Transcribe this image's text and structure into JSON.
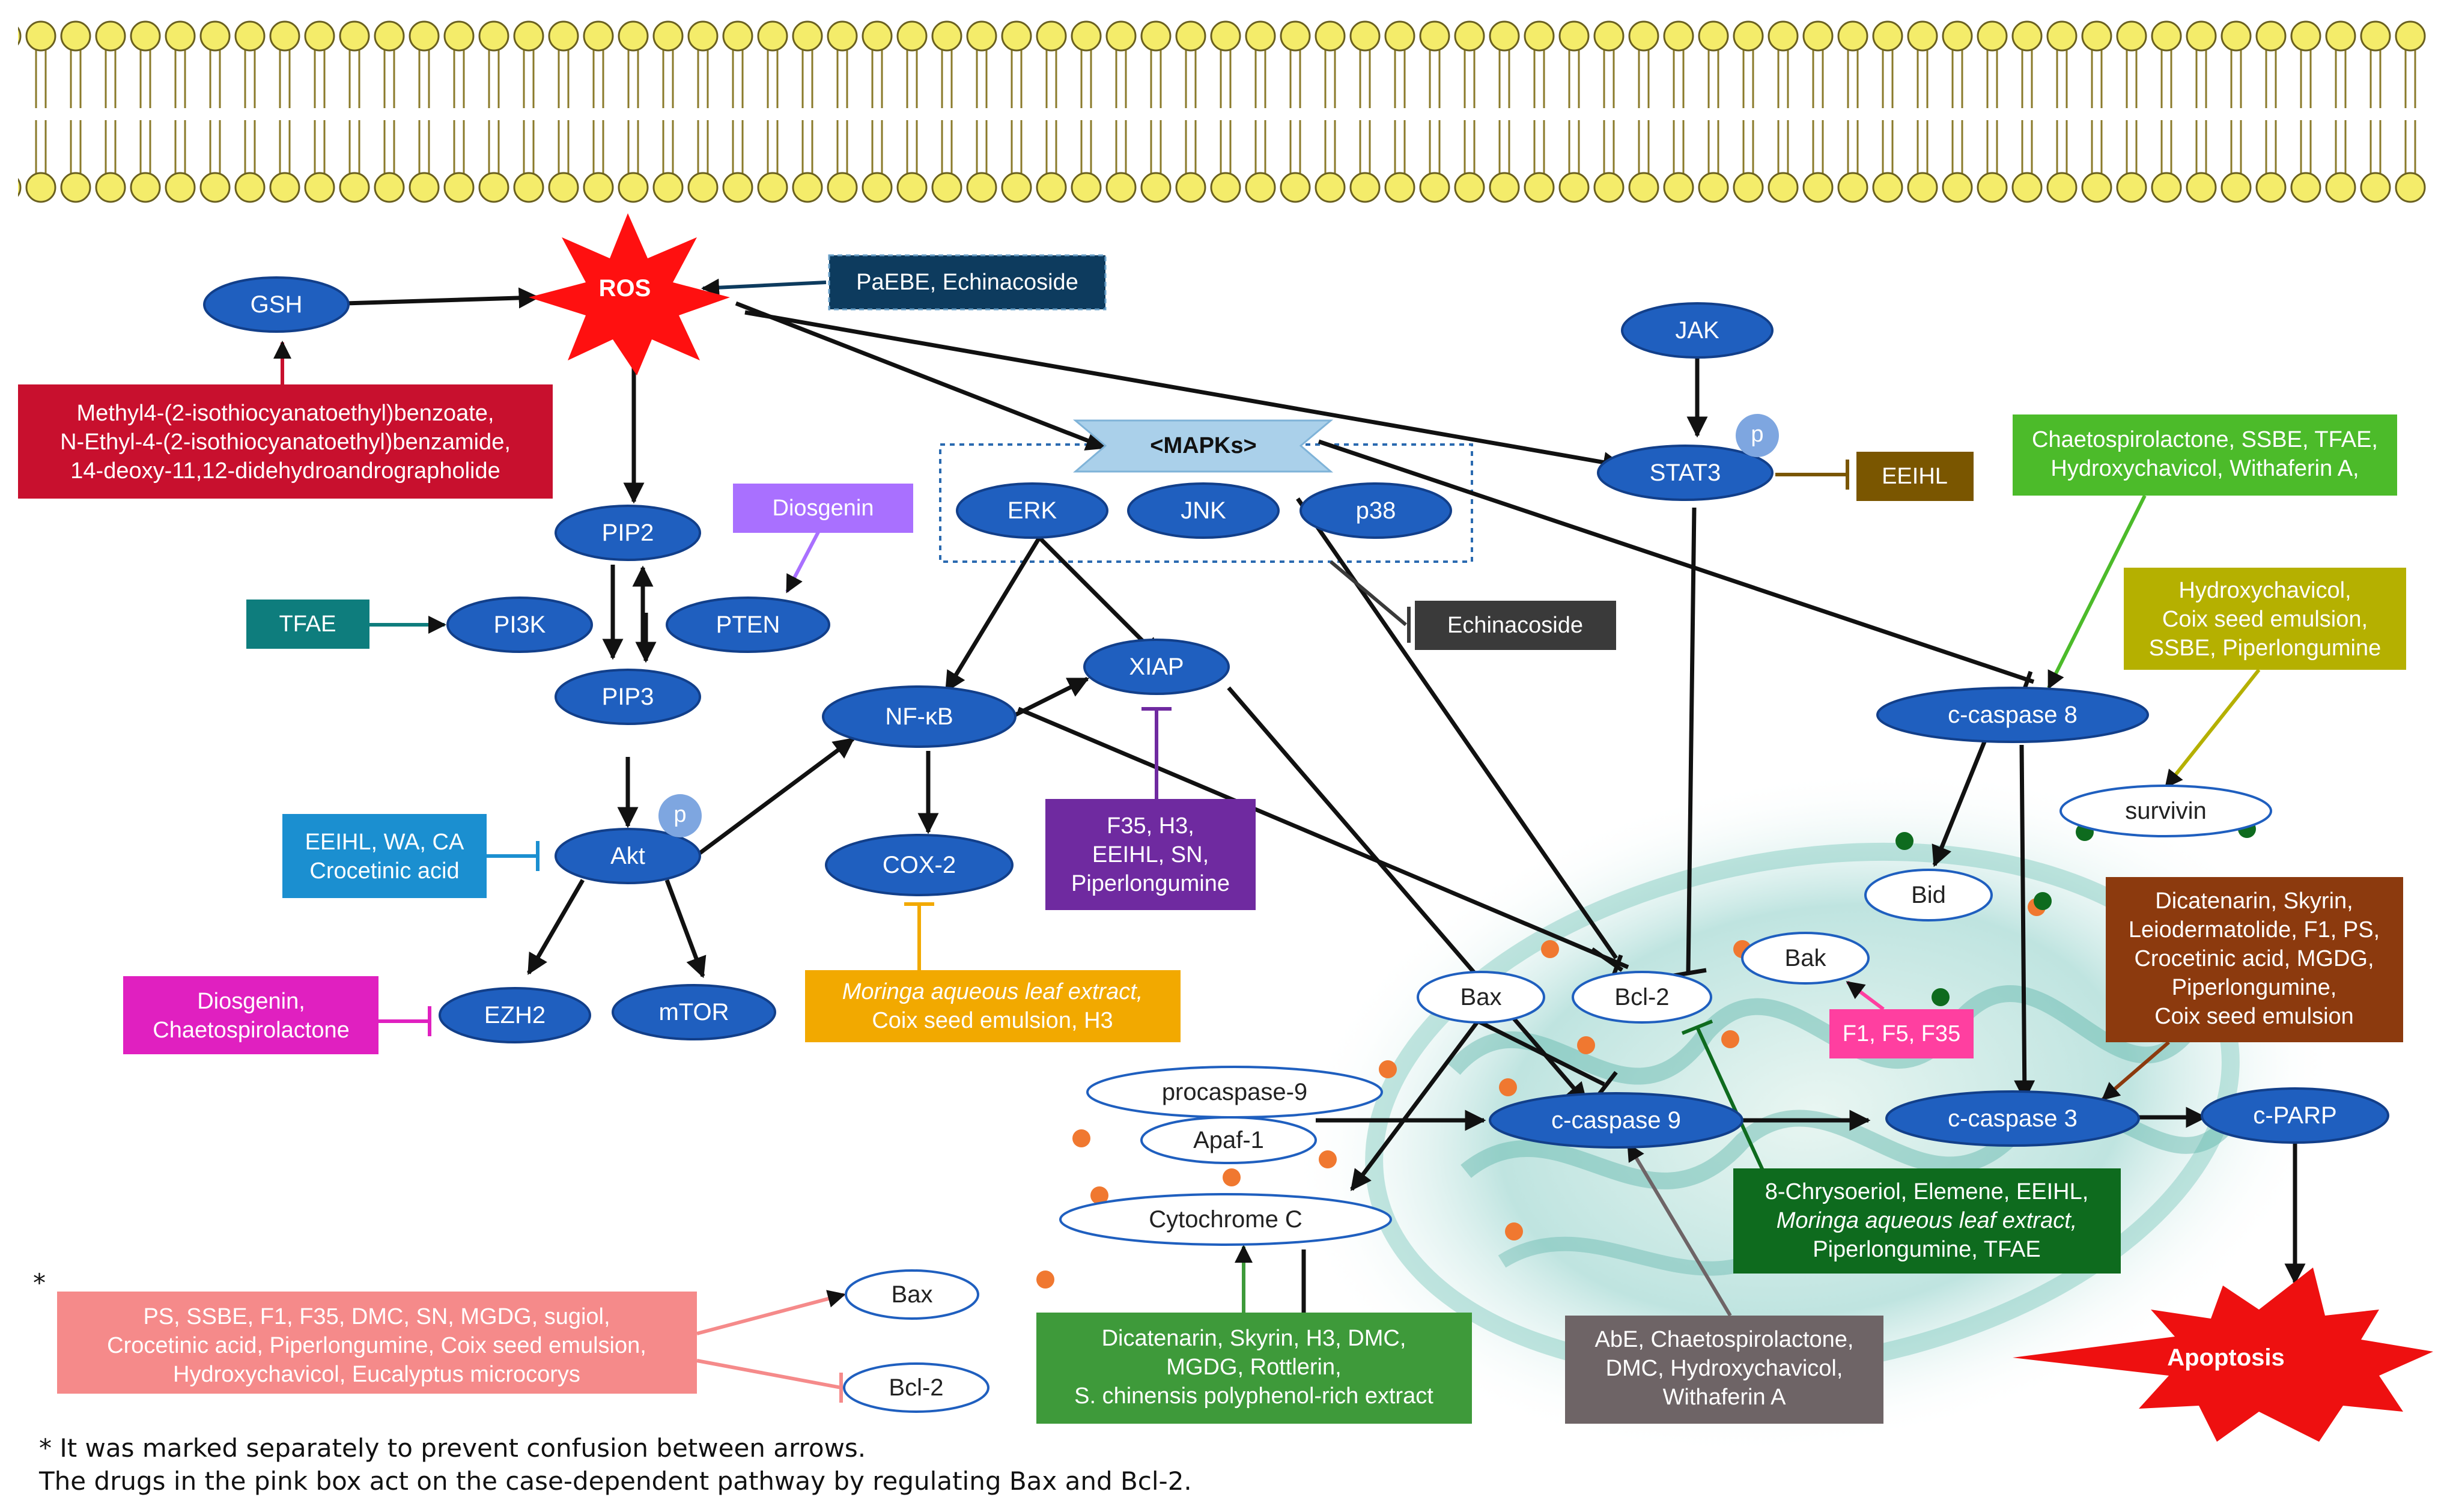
{
  "nodes": {
    "gsh": "GSH",
    "ros": "ROS",
    "pip2": "PIP2",
    "pi3k": "PI3K",
    "pten": "PTEN",
    "pip3": "PIP3",
    "akt": "Akt",
    "akt_p": "p",
    "ezh2": "EZH2",
    "mtor": "mTOR",
    "mapks": "<MAPKs>",
    "erk": "ERK",
    "jnk": "JNK",
    "p38": "p38",
    "nfkb": "NF-κB",
    "xiap": "XIAP",
    "cox2": "COX-2",
    "jak": "JAK",
    "stat3": "STAT3",
    "stat3_p": "p",
    "casp8": "c-caspase 8",
    "survivin": "survivin",
    "bid": "Bid",
    "bak": "Bak",
    "bax": "Bax",
    "bcl2": "Bcl-2",
    "procasp9": "procaspase-9",
    "apaf1": "Apaf-1",
    "cytc": "Cytochrome C",
    "casp9": "c-caspase 9",
    "casp3": "c-caspase 3",
    "cparp": "c-PARP",
    "apoptosis": "Apoptosis",
    "bax_legend": "Bax",
    "bcl2_legend": "Bcl-2"
  },
  "boxes": {
    "gsh_drugs": [
      "Methyl4-(2-isothiocyanatoethyl)benzoate,",
      "N-Ethyl-4-(2-isothiocyanatoethyl)benzamide,",
      "14-deoxy-11,12-didehydroandrographolide"
    ],
    "ros_inhib": [
      "PaEBE, Echinacoside"
    ],
    "pten_drugs": [
      "Diosgenin"
    ],
    "pi3k_drugs": [
      "TFAE"
    ],
    "akt_inhib": [
      "EEIHL, WA, CA",
      "Crocetinic acid"
    ],
    "ezh2_inhib": [
      "Diosgenin,",
      "Chaetospirolactone"
    ],
    "jnk_inhib": [
      "Echinacoside"
    ],
    "stat3_inhib": [
      "EEIHL"
    ],
    "xiap_inhib": [
      "F35, H3,",
      "EEIHL, SN,",
      "Piperlongumine"
    ],
    "casp8_drugs": [
      "Chaetospirolactone, SSBE, TFAE,",
      "Hydroxychavicol, Withaferin A,"
    ],
    "survivin_drugs": [
      "Hydroxychavicol,",
      "Coix seed emulsion,",
      "SSBE, Piperlongumine"
    ],
    "casp3_drugs": [
      "Dicatenarin, Skyrin,",
      "Leiodermatolide, F1, PS,",
      "Crocetinic acid, MGDG,",
      "Piperlongumine,",
      "Coix seed emulsion"
    ],
    "bak_drugs": [
      "F1, F5, F35"
    ],
    "bcl2_inhib": [
      "8-Chrysoeriol, Elemene, EEIHL,",
      "Moringa aqueous leaf extract,",
      "Piperlongumine, TFAE"
    ],
    "casp9_drugs": [
      "AbE, Chaetospirolactone,",
      "DMC, Hydroxychavicol,",
      "Withaferin A"
    ],
    "cytc_drugs": [
      "Dicatenarin, Skyrin, H3, DMC,",
      "MGDG, Rottlerin,",
      "S. chinensis polyphenol-rich extract"
    ],
    "cox2_inhib": [
      "Moringa aqueous leaf extract,",
      "Coix seed emulsion, H3"
    ],
    "pink_box": [
      "PS, SSBE, F1, F35, DMC, SN, MGDG, sugiol,",
      "Crocetinic acid, Piperlongumine, Coix seed emulsion,",
      "Hydroxychavicol, Eucalyptus microcorys"
    ]
  },
  "footnote": {
    "star": "*",
    "line1": "* It was marked separately to prevent confusion between arrows.",
    "line2": "The drugs in the pink box act on the case-dependent pathway by regulating Bax and Bcl-2."
  },
  "colors": {
    "node_blue": "#1f5fbf",
    "gsh_box": "#c8102e",
    "ros_inhib_box": "#0d3b5e",
    "pten_box": "#a970ff",
    "pi3k_box": "#0e7d7d",
    "akt_box": "#1b8fd0",
    "ezh2_box": "#e020c0",
    "jnk_box": "#3a3a3a",
    "stat3_box": "#7a5600",
    "xiap_box": "#6f2aa0",
    "casp8_box": "#4cbb2a",
    "survivin_box": "#b5b000",
    "casp3_box": "#8c3a0e",
    "bak_box": "#ff3fa0",
    "bcl2_box": "#0e6b1e",
    "casp9_box": "#6e6466",
    "cytc_box": "#3e9a3a",
    "cox2_box": "#f2a900",
    "pink_box": "#f58a8a",
    "ros_star": "#ff1010",
    "apoptosis_star": "#ee1010"
  }
}
